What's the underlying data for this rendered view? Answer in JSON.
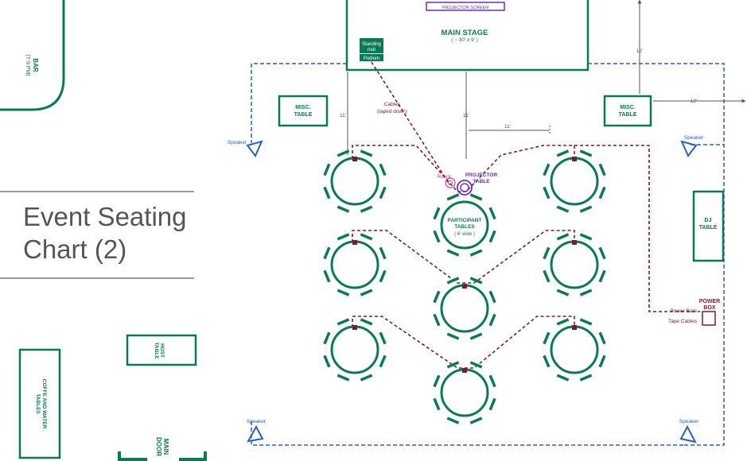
{
  "title_lines": [
    "Event Seating",
    "Chart (2)"
  ],
  "stage": {
    "title": "MAIN STAGE",
    "size": "( ~ 30' x 9' )",
    "projector_screen": "PROJECTOR SCREEN"
  },
  "standing_mat": [
    "Standing",
    "mat"
  ],
  "podium": "Podium",
  "bar": {
    "label": "BAR",
    "hours": "(7-9 PM)"
  },
  "misc_table_left": [
    "MISC.",
    "TABLE"
  ],
  "misc_table_right": [
    "MISC.",
    "TABLE"
  ],
  "dj_table": [
    "DJ",
    "TABLE"
  ],
  "host_table": [
    "HOST",
    "TABLE"
  ],
  "coffee_table": [
    "COFFE AND WATER",
    "TABLES"
  ],
  "main_door": [
    "MAIN",
    "DOOR"
  ],
  "cables_note": [
    "Cables",
    "(taped down)"
  ],
  "robot": "Robot",
  "projector_table": [
    "PROJECTOR",
    "TABLE"
  ],
  "participant_tables": [
    "PARTICIPANT",
    "TABLES",
    "( 6' wide )"
  ],
  "power_box": [
    "POWER",
    "BOX"
  ],
  "power_note": [
    "Power Bars",
    "Tape Cables"
  ],
  "speaker_label": "Speaker",
  "dimensions": {
    "stage_to_table": "11'",
    "stage_to_projector": "11'",
    "horizontal_gap": "11'",
    "top_right": "12'",
    "right_gap": "12'"
  },
  "colors": {
    "green": "#0a7a55",
    "blue": "#2a5fc4",
    "maroon": "#7b1c2e",
    "purple": "#6a2fc4",
    "pink": "#d23a8c",
    "gray": "#555555"
  }
}
